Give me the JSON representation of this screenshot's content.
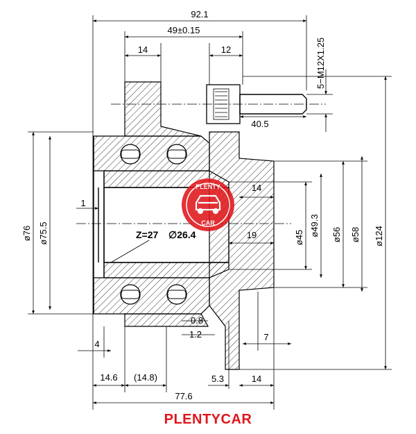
{
  "brand": {
    "name": "PLENTYCAR",
    "color": "#e0161b",
    "watermark_top": "PLENTY",
    "watermark_bottom": "CAR"
  },
  "icons": {
    "watermark": "car-icon"
  },
  "dimensions": {
    "overall_width": "92.1",
    "flange_offset": "49±0.15",
    "hub_left": "14",
    "hub_right": "12",
    "thread": "5−M12X1.25",
    "stud_length": "40.5",
    "inner_14": "14",
    "inner_1": "1",
    "spline": "Z=27",
    "spline_diameter": "∅26.4",
    "inner_19": "19",
    "d45": "ø45",
    "d49": "ø49.3",
    "d56": "ø56",
    "d58": "ø58",
    "d124": "ø124",
    "d76": "ø76",
    "d75": "ø75.5",
    "gap_08": "0.8",
    "gap_12": "1.2",
    "width_7": "7",
    "width_4": "4",
    "bottom_146": "14.6",
    "bottom_148": "(14.8)",
    "bottom_53": "5.3",
    "bottom_14": "14",
    "overall_776": "77.6"
  }
}
